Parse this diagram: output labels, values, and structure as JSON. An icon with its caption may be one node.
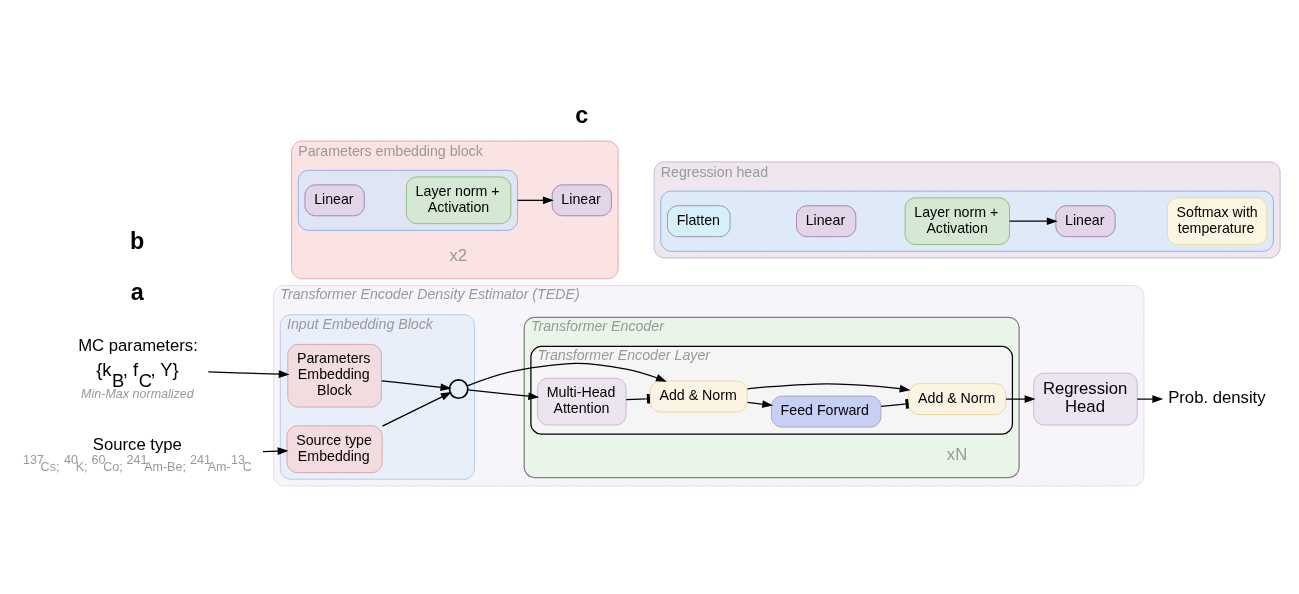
{
  "diagram": {
    "nodes": [
      {
        "text": [
          "MC parameters:",
          "{k$_{B}$, f$_{C}$, Y}",
          "Min-Max normalized"
        ]
      },
      {
        "text": [
          "Source type",
          "$^{137}$Cs; $^{40}$K; $^{60}$Co; $^{241}$Am-Be; $^{241}$Am-$^{13}$C"
        ]
      },
      {
        "text": [
          "Transformer Encoder Density Estimator (TEDE)"
        ]
      },
      {
        "text": [
          "Input Embedding Block"
        ],
        "in": 2
      },
      {
        "text": [
          "Parameters Embedding Block"
        ],
        "in": 3
      },
      {
        "text": [
          "Source type Embedding"
        ],
        "in": 3
      },
      {
        "text": [],
        "shape": "circle",
        "in": 3
      },
      {
        "text": [
          "Transformer Encoder"
        ],
        "in": 2
      },
      {
        "text": [
          "Transformer Encoder Layer"
        ],
        "in": 7,
        "beside": [
          "xN"
        ]
      },
      {
        "text": [
          "Multi-Head Attention"
        ],
        "in": 8
      },
      {
        "text": [
          "Add & Norm"
        ],
        "in": 8
      },
      {
        "text": [
          "Feed Forward"
        ],
        "in": 8
      },
      {
        "text": [
          "Add & Norm"
        ],
        "in": 8
      },
      {
        "text": [
          "Regression Head"
        ],
        "in": 2
      },
      {
        "text": [
          "Prob. density"
        ]
      },
      {
        "text": [
          "Parameters embedding block"
        ]
      },
      {
        "text": [],
        "shape": "box",
        "in": 15,
        "beside": [
          "x2"
        ]
      },
      {
        "text": [
          "Linear"
        ],
        "in": 16
      },
      {
        "text": [
          "Layer norm + Activation"
        ],
        "in": 16
      },
      {
        "text": [
          "Linear"
        ],
        "in": 15
      },
      {
        "text": [
          "Regression head"
        ]
      },
      {
        "text": [],
        "shape": "box",
        "in": 20
      },
      {
        "text": [
          "Flatten"
        ],
        "in": 21
      },
      {
        "text": [
          "Linear"
        ],
        "in": 21
      },
      {
        "text": [
          "Layer norm + Activation"
        ],
        "in": 21
      },
      {
        "text": [
          "Linear"
        ],
        "in": 21
      },
      {
        "text": [
          "Softmax with temperature"
        ],
        "in": 21
      }
    ],
    "edges": [
      {
        "from": 0,
        "to": 4,
        "arrow": "to"
      },
      {
        "from": 1,
        "to": 5,
        "arrow": "to"
      },
      {
        "from": 4,
        "to": 6,
        "arrow": "to"
      },
      {
        "from": 5,
        "to": 6,
        "arrow": "to"
      },
      {
        "from": 6,
        "to": 9,
        "arrow": "to"
      },
      {
        "from": 6,
        "to": 10,
        "arrow": "to"
      },
      {
        "from": 9,
        "to": 10,
        "arrow": "other"
      },
      {
        "from": 10,
        "to": 11,
        "arrow": "to"
      },
      {
        "from": 10,
        "to": 12,
        "arrow": "to"
      },
      {
        "from": 11,
        "to": 12,
        "arrow": "other"
      },
      {
        "from": 12,
        "to": 13,
        "arrow": "to"
      },
      {
        "from": 13,
        "to": 14,
        "arrow": "to"
      },
      {
        "from": 16,
        "to": 19,
        "arrow": "to"
      },
      {
        "from": 24,
        "to": 25,
        "arrow": "to"
      }
    ],
    "labels": [
      "a",
      "b",
      "c"
    ]
  }
}
